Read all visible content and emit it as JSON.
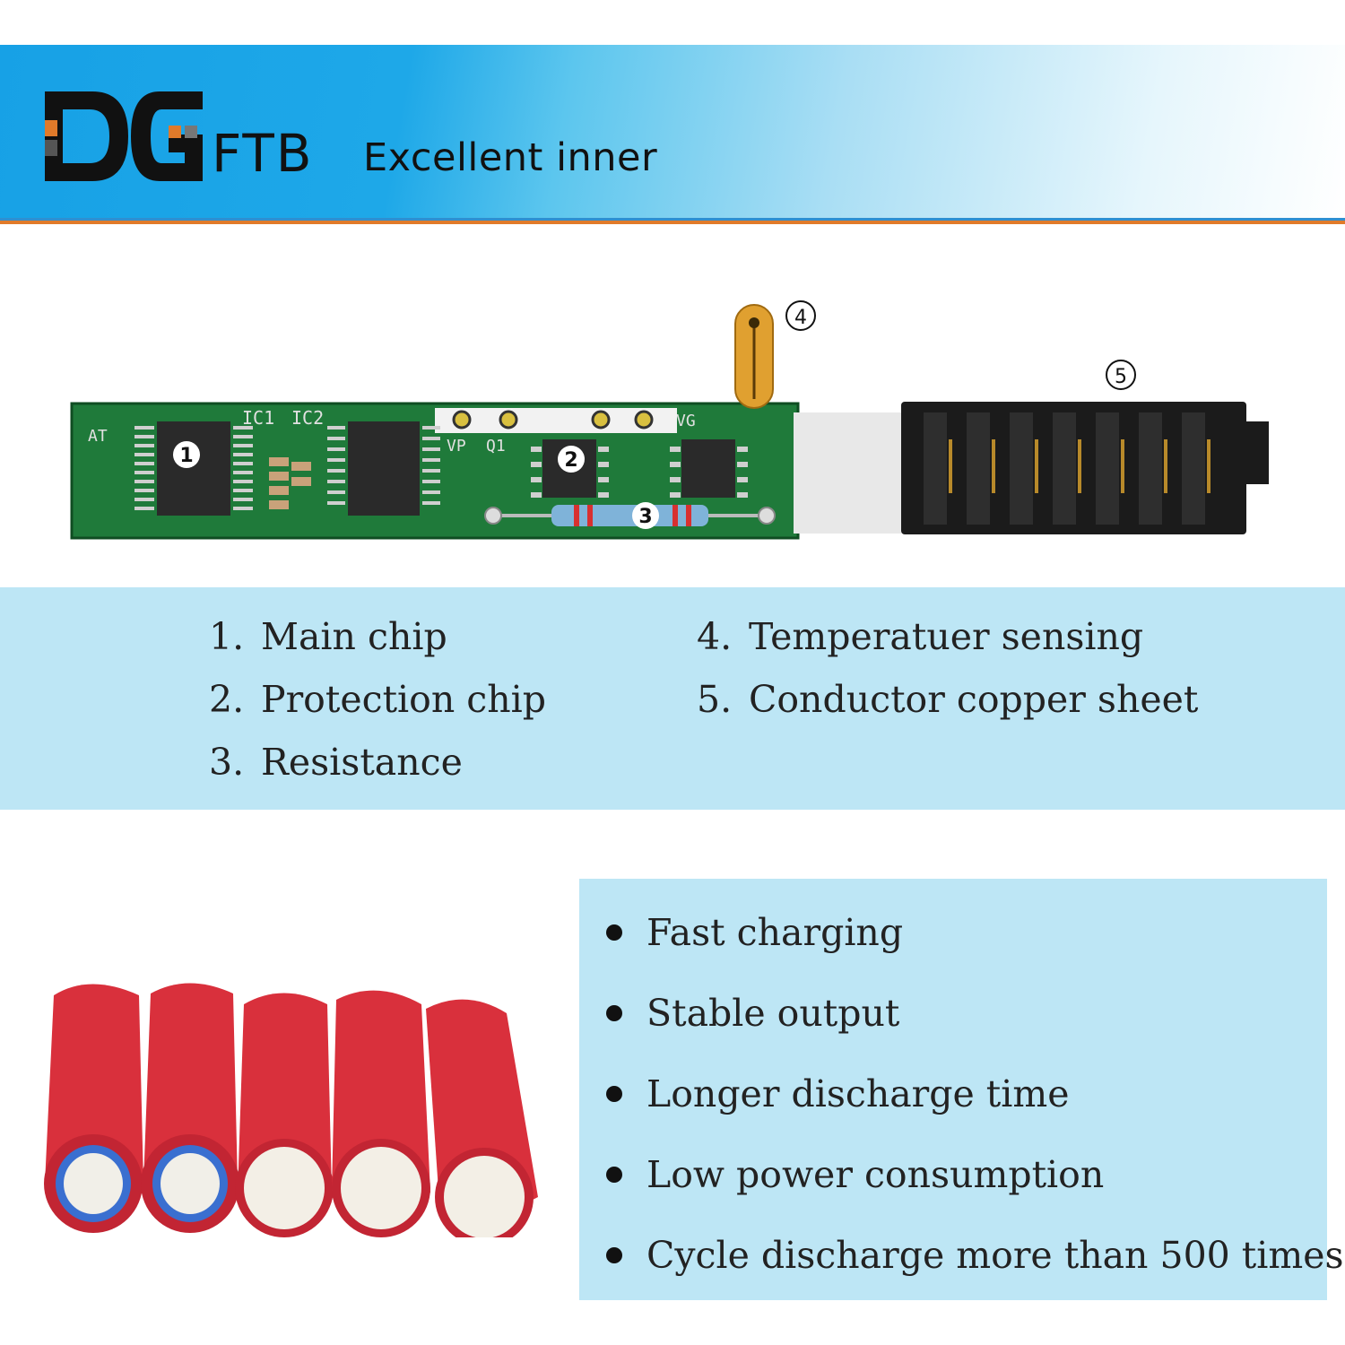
{
  "header": {
    "brand_mark": "DG",
    "brand_suffix": "FTB",
    "title": "Excellent inner"
  },
  "pcb": {
    "silkscreen": [
      "IC1",
      "IC2",
      "AT",
      "VP",
      "Q1",
      "VG"
    ],
    "callouts": [
      "1",
      "2",
      "3",
      "4",
      "5"
    ]
  },
  "legend": [
    {
      "num": "1.",
      "label": "Main chip"
    },
    {
      "num": "2.",
      "label": "Protection chip"
    },
    {
      "num": "3.",
      "label": "Resistance"
    },
    {
      "num": "4.",
      "label": "Temperatuer sensing"
    },
    {
      "num": "5.",
      "label": "Conductor copper sheet"
    }
  ],
  "features": [
    "Fast charging",
    "Stable output",
    "Longer discharge time",
    "Low power consumption",
    "Cycle discharge more than 500 times"
  ],
  "colors": {
    "header_blue": "#17a1e6",
    "accent_orange": "#e07a2a",
    "panel_blue": "#bde6f5",
    "pcb_green": "#1f7a3a",
    "cell_red": "#d9303c"
  }
}
